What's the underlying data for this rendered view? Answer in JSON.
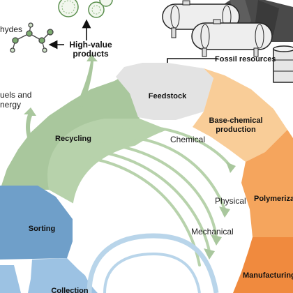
{
  "labels": {
    "aldehydes": "hydes",
    "high_value_line1": "High-value",
    "high_value_line2": "products",
    "fuels_line1": "uels and",
    "fuels_line2": "nergy",
    "fossil_resources": "Fossil resources",
    "feedstock": "Feedstock",
    "base_chemical_line1": "Base-chemical",
    "base_chemical_line2": "production",
    "polymerization": "Polymeriza",
    "manufacturing": "Manufacturing",
    "recycling": "Recycling",
    "sorting": "Sorting",
    "collection": "Collection",
    "chemical": "Chemical",
    "physical": "Physical",
    "mechanical": "Mechanical"
  },
  "colors": {
    "recycling_green": "#a9c79d",
    "recycling_arrow_green": "#b7d2ab",
    "feedstock_gray": "#e3e3e3",
    "base_chemical_orange": "#f9cd98",
    "polymerization_orange": "#f5a55d",
    "manufacturing_orange": "#f08a3e",
    "sorting_blue": "#6f9fc9",
    "collection_blue": "#9cc2e3",
    "inner_ring_blue": "#b9d5ea",
    "molecule_green": "#7cab70",
    "tank_gray": "#eeeeee",
    "rock_dark": "#4a4a4a"
  },
  "icons": [
    "molecule-icon",
    "fossil-tank-icon",
    "oil-barrel-icon",
    "rock-pile-icon",
    "arrow-icon"
  ]
}
